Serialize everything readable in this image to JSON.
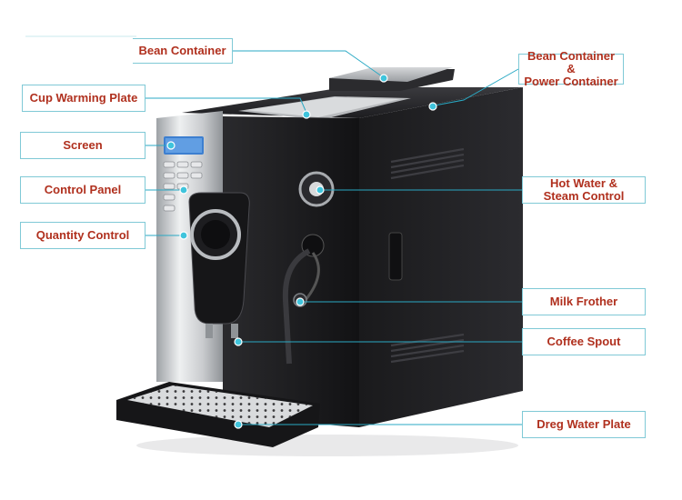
{
  "labels": {
    "bean_container": "Bean Container",
    "cup_warming_plate": "Cup Warming Plate",
    "screen": "Screen",
    "control_panel": "Control Panel",
    "quantity_control": "Quantity Control",
    "bean_power_container_line1": "Bean Container &",
    "bean_power_container_line2": "Power Container",
    "hot_water_line1": "Hot Water &",
    "hot_water_line2": "Steam Control",
    "milk_frother": "Milk Frother",
    "coffee_spout": "Coffee Spout",
    "dreg_water_plate": "Dreg Water Plate"
  },
  "colors": {
    "label_text": "#b0301e",
    "label_border": "#7fc9d6",
    "leader_line": "#2aa9c4",
    "machine_body": "#1c1c1e",
    "machine_silver": "#c9cbce"
  }
}
